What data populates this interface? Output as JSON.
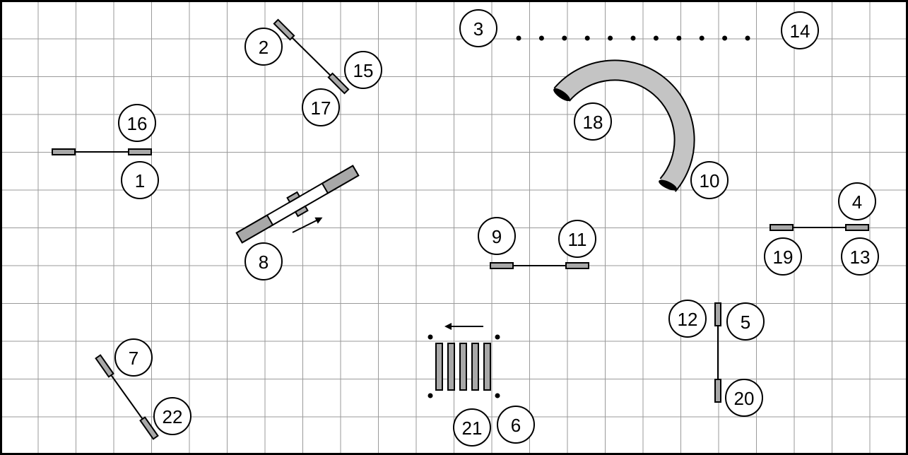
{
  "course_map": {
    "grid": true,
    "obstacles": [
      {
        "type": "jump",
        "numbers": [
          "1",
          "16"
        ]
      },
      {
        "type": "jump",
        "numbers": [
          "2",
          "15",
          "17"
        ]
      },
      {
        "type": "gate-line",
        "numbers": [
          "3",
          "14"
        ]
      },
      {
        "type": "curved-tunnel",
        "numbers": [
          "18",
          "10"
        ]
      },
      {
        "type": "teeter",
        "numbers": [
          "8"
        ],
        "direction": "up-right"
      },
      {
        "type": "jump",
        "numbers": [
          "9",
          "11"
        ]
      },
      {
        "type": "jump",
        "numbers": [
          "4",
          "19",
          "13"
        ]
      },
      {
        "type": "jump",
        "numbers": [
          "12",
          "5",
          "20"
        ]
      },
      {
        "type": "jump",
        "numbers": [
          "7",
          "22"
        ]
      },
      {
        "type": "weave-poles",
        "numbers": [
          "21",
          "6"
        ],
        "direction": "left"
      }
    ],
    "labels": {
      "n1": "1",
      "n2": "2",
      "n3": "3",
      "n4": "4",
      "n5": "5",
      "n6": "6",
      "n7": "7",
      "n8": "8",
      "n9": "9",
      "n10": "10",
      "n11": "11",
      "n12": "12",
      "n13": "13",
      "n14": "14",
      "n15": "15",
      "n16": "16",
      "n17": "17",
      "n18": "18",
      "n19": "19",
      "n20": "20",
      "n21": "21",
      "n22": "22"
    }
  },
  "colors": {
    "grid": "#9a9a9a",
    "bar_fill": "#a8a8a8",
    "tunnel_fill": "#c4c4c4",
    "stroke": "#000000",
    "background": "#ffffff"
  }
}
